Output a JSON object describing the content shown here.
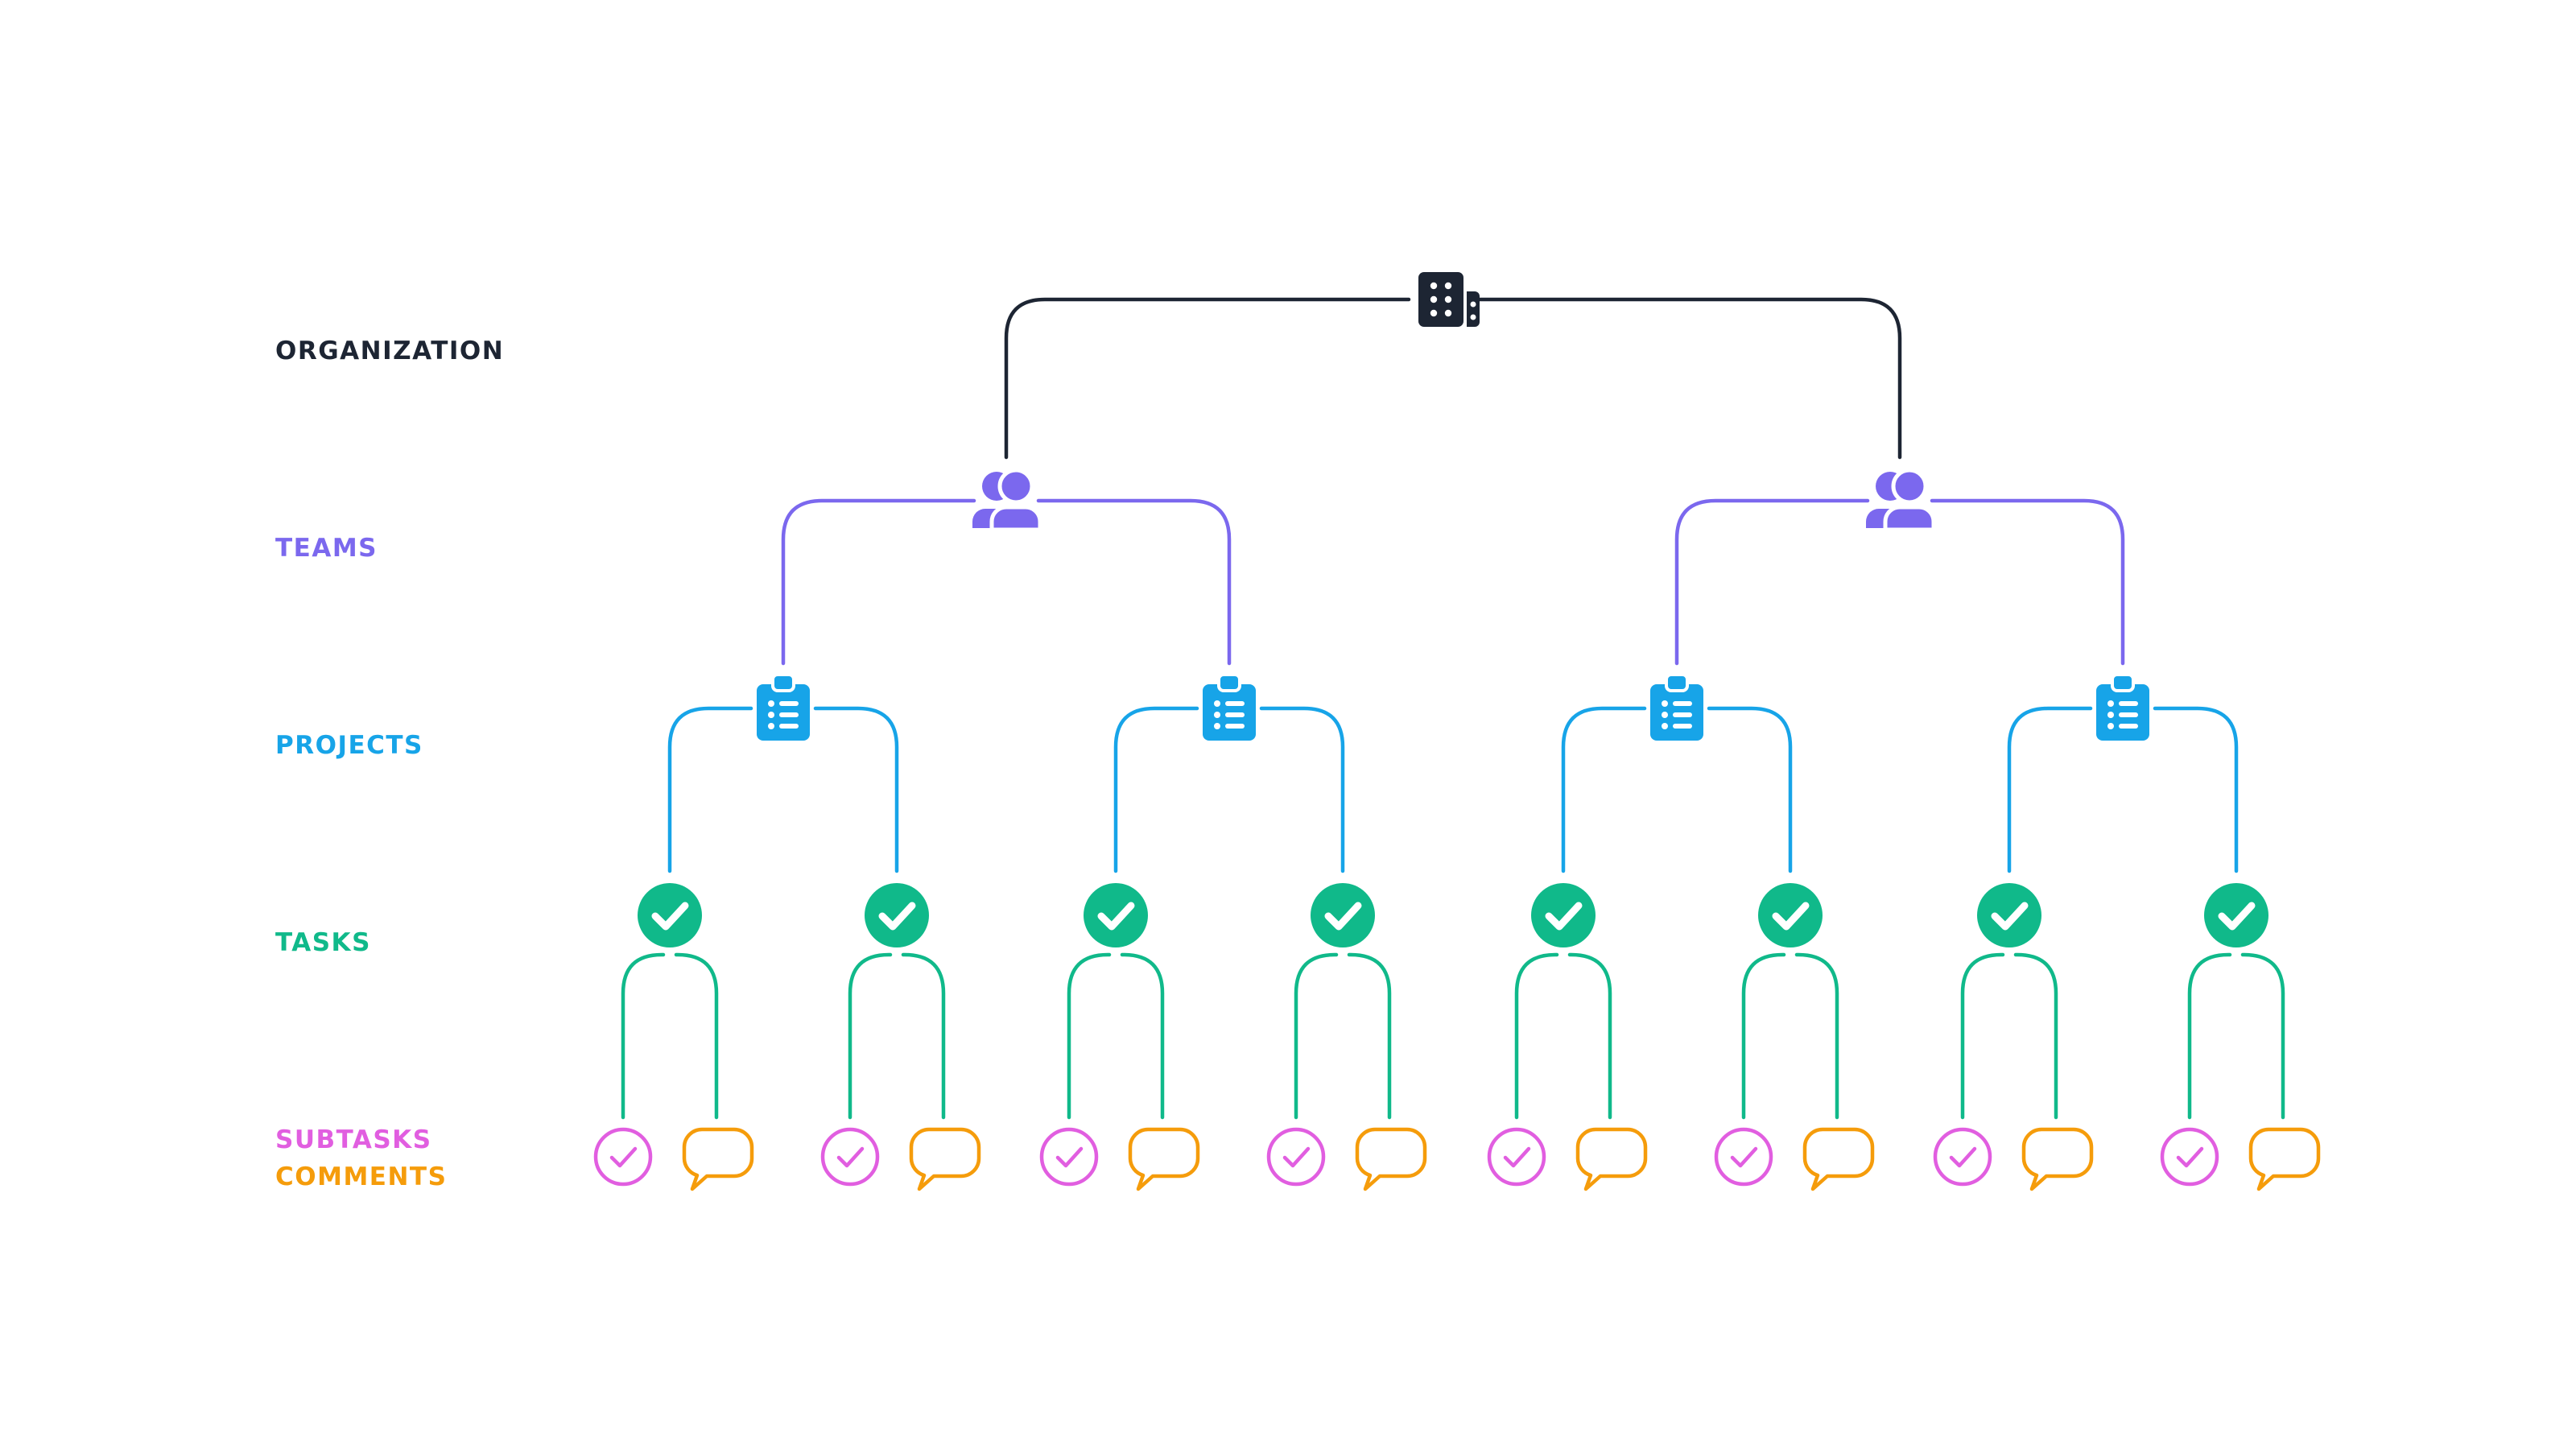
{
  "levels": {
    "organization": {
      "label": "ORGANIZATION",
      "color": "#1d2533",
      "icon": "building-icon"
    },
    "teams": {
      "label": "TEAMS",
      "color": "#7b68ee",
      "icon": "team-icon"
    },
    "projects": {
      "label": "PROJECTS",
      "color": "#17a4e8",
      "icon": "clipboard-list-icon"
    },
    "tasks": {
      "label": "TASKS",
      "color": "#10b98a",
      "icon": "check-circle-filled-icon"
    },
    "subtasks": {
      "label": "SUBTASKS",
      "color": "#e15ee0",
      "icon": "check-circle-outline-icon"
    },
    "comments": {
      "label": "COMMENTS",
      "color": "#f59c0b",
      "icon": "comment-bubble-icon"
    }
  },
  "tree": {
    "teams": [
      {
        "projects": [
          {
            "tasks": [
              {
                "children": [
                  "subtask",
                  "comment"
                ]
              },
              {
                "children": [
                  "subtask",
                  "comment"
                ]
              }
            ]
          },
          {
            "tasks": [
              {
                "children": [
                  "subtask",
                  "comment"
                ]
              },
              {
                "children": [
                  "subtask",
                  "comment"
                ]
              }
            ]
          }
        ]
      },
      {
        "projects": [
          {
            "tasks": [
              {
                "children": [
                  "subtask",
                  "comment"
                ]
              },
              {
                "children": [
                  "subtask",
                  "comment"
                ]
              }
            ]
          },
          {
            "tasks": [
              {
                "children": [
                  "subtask",
                  "comment"
                ]
              },
              {
                "children": [
                  "subtask",
                  "comment"
                ]
              }
            ]
          }
        ]
      }
    ]
  }
}
